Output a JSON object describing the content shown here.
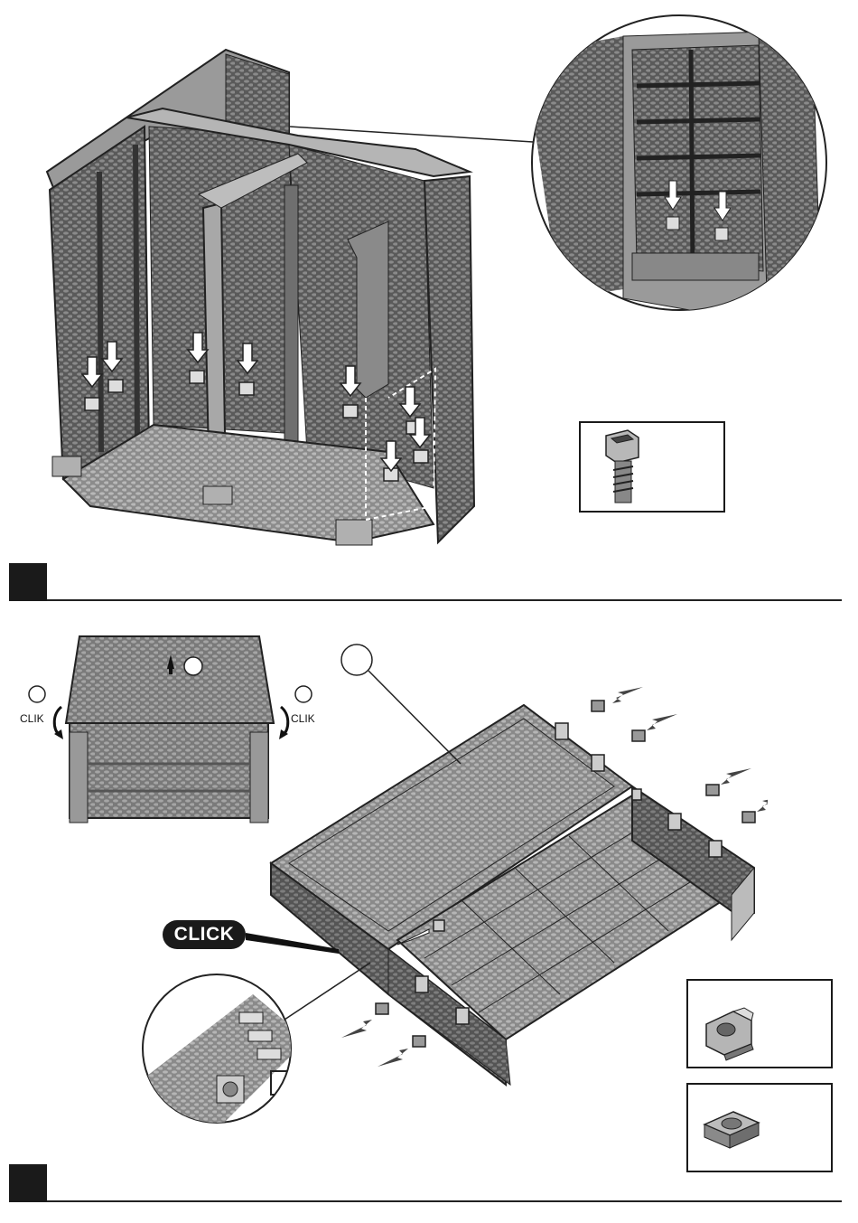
{
  "page": {
    "step_a": {
      "number": ""
    },
    "step_b": {
      "number": ""
    }
  },
  "labels": {
    "clik_left": "CLIK",
    "clik_right": "CLIK",
    "click_badge": "CLICK"
  },
  "icons": {
    "screw": "screw-icon",
    "clip_nut": "clip-nut-icon",
    "square_nut": "square-nut-icon",
    "insert_arrow": "down-arrow-icon"
  }
}
